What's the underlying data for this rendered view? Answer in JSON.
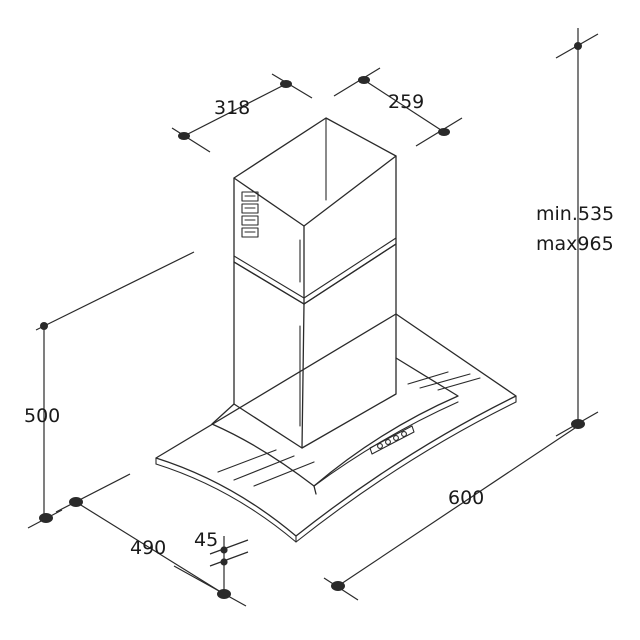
{
  "dimensions": {
    "chimney_width": "318",
    "chimney_depth": "259",
    "height_min": "min.535",
    "height_max": "max965",
    "hood_depth": "500",
    "side_depth": "490",
    "glass_thickness": "45",
    "hood_width": "600"
  },
  "colors": {
    "line": "#2a2a2a",
    "background": "#ffffff"
  }
}
